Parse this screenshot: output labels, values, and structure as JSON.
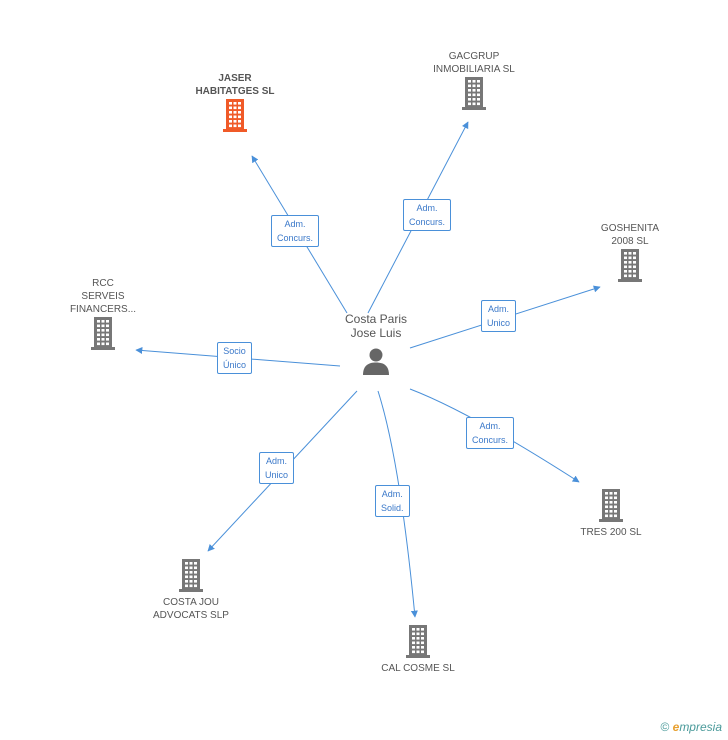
{
  "colors": {
    "edge": "#4a90d9",
    "company_icon": "#777777",
    "company_icon_highlight": "#f05a28",
    "person_icon": "#666666"
  },
  "center": {
    "name_line1": "Costa Paris",
    "name_line2": "Jose Luis",
    "icon": "person-icon"
  },
  "companies": [
    {
      "id": "jaser",
      "line1": "JASER",
      "line2": "HABITATGES SL",
      "line3": "",
      "highlight": true
    },
    {
      "id": "gacgrup",
      "line1": "GACGRUP",
      "line2": "INMOBILIARIA SL",
      "line3": "",
      "highlight": false
    },
    {
      "id": "goshenita",
      "line1": "GOSHENITA",
      "line2": "2008 SL",
      "line3": "",
      "highlight": false
    },
    {
      "id": "rcc",
      "line1": "RCC",
      "line2": "SERVEIS",
      "line3": "FINANCERS...",
      "highlight": false
    },
    {
      "id": "tres200",
      "line1": "TRES 200 SL",
      "line2": "",
      "line3": "",
      "highlight": false
    },
    {
      "id": "costajou",
      "line1": "COSTA JOU",
      "line2": "ADVOCATS SLP",
      "line3": "",
      "highlight": false
    },
    {
      "id": "calcosme",
      "line1": "CAL COSME  SL",
      "line2": "",
      "line3": "",
      "highlight": false
    }
  ],
  "relations": [
    {
      "to": "jaser",
      "line1": "Adm.",
      "line2": "Concurs."
    },
    {
      "to": "gacgrup",
      "line1": "Adm.",
      "line2": "Concurs."
    },
    {
      "to": "goshenita",
      "line1": "Adm.",
      "line2": "Unico"
    },
    {
      "to": "rcc",
      "line1": "Socio",
      "line2": "Único"
    },
    {
      "to": "tres200",
      "line1": "Adm.",
      "line2": "Concurs."
    },
    {
      "to": "costajou",
      "line1": "Adm.",
      "line2": "Unico"
    },
    {
      "to": "calcosme",
      "line1": "Adm.",
      "line2": "Solid."
    }
  ],
  "footer": {
    "copyright": "©",
    "brand_e": "e",
    "brand_rest": "mpresia"
  }
}
